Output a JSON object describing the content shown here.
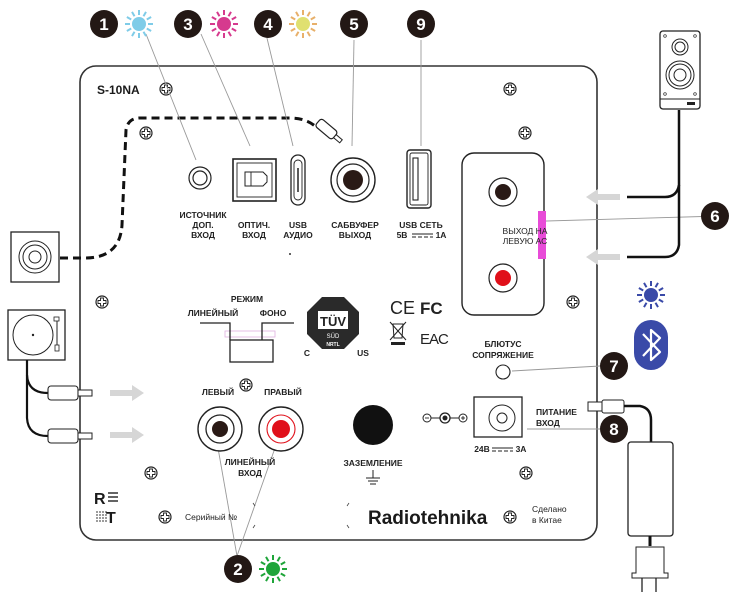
{
  "device": {
    "model": "S-10NA",
    "brand": "Radiotehnika",
    "made_in_line1": "Сделано",
    "made_in_line2": "в Китае",
    "serial_label": "Серийный №",
    "logo_top": "R",
    "logo_bottom": "T"
  },
  "callouts": [
    {
      "number": "1",
      "led_color": "#7fcce8"
    },
    {
      "number": "2",
      "led_color": "#1fa53a"
    },
    {
      "number": "3",
      "led_color": "#d63a8e"
    },
    {
      "number": "4",
      "led_color": "#e8b06a"
    },
    {
      "number": "5"
    },
    {
      "number": "6"
    },
    {
      "number": "7",
      "led_color": "#3a4aa8"
    },
    {
      "number": "8"
    },
    {
      "number": "9"
    }
  ],
  "ports": {
    "aux": {
      "line1": "ИСТОЧНИК",
      "line2": "ДОП.",
      "line3": "ВХОД"
    },
    "optical": {
      "line1": "ОПТИЧ.",
      "line2": "ВХОД"
    },
    "usb_audio": {
      "line1": "USB",
      "line2": "АУДИО"
    },
    "subwoofer": {
      "line1": "САБВУФЕР",
      "line2": "ВЫХОД"
    },
    "usb_power": {
      "line1": "USB СЕТЬ",
      "line2_left": "5В",
      "line2_right": "1А"
    },
    "left_speaker_out": {
      "line1": "ВЫХОД НА",
      "line2": "ЛЕВУЮ АС"
    },
    "mode_switch": {
      "title": "РЕЖИМ",
      "left": "ЛИНЕЙНЫЙ",
      "right": "ФОНО"
    },
    "line_in": {
      "left": "ЛЕВЫЙ",
      "right": "ПРАВЫЙ",
      "line1": "ЛИНЕЙНЫЙ",
      "line2": "ВХОД"
    },
    "ground": {
      "label": "ЗАЗЕМЛЕНИЕ"
    },
    "bluetooth": {
      "line1": "БЛЮТУС",
      "line2": "СОПРЯЖЕНИЕ"
    },
    "power": {
      "line1": "ПИТАНИЕ",
      "line2": "ВХОД",
      "voltage": "24В",
      "current": "3А"
    }
  },
  "certifications": {
    "tuv": "TÜV",
    "tuv_sub": "SÜD",
    "tuv_nrtl": "NRTL",
    "tuv_c": "C",
    "tuv_us": "US",
    "ce": "CE",
    "fcc": "FC",
    "eac": "EAC"
  },
  "colors": {
    "callout_bg": "#231815",
    "red_jack": "#e0101a",
    "magenta_marker": "#e84cd8",
    "bt_blue": "#3a4aa8"
  }
}
